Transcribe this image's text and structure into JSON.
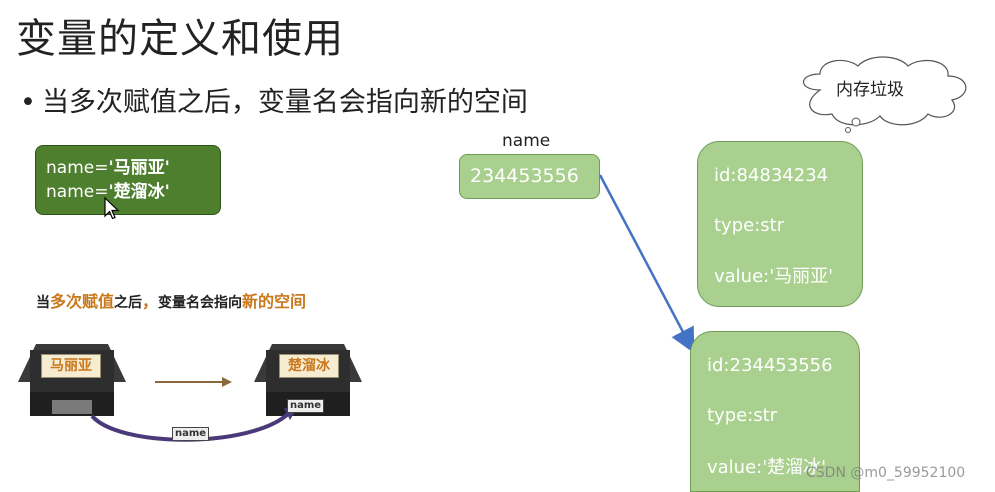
{
  "title": "变量的定义和使用",
  "bullet": "当多次赋值之后，变量名会指向新的空间",
  "code": {
    "line1_prefix": "name=",
    "line1_value": "'马丽亚'",
    "line2_prefix": "name=",
    "line2_value": "'楚溜冰'"
  },
  "variable": {
    "label": "name",
    "id_value": "234453556"
  },
  "objects": [
    {
      "id": "id:84834234",
      "type": "type:str",
      "value": "value:'马丽亚'"
    },
    {
      "id": "id:234453556",
      "type": "type:str",
      "value": "value:'楚溜冰'"
    }
  ],
  "garbage_label": "内存垃圾",
  "illustration": {
    "caption_parts": [
      "当",
      "多次赋值",
      "之后",
      "，",
      "变量名会指向",
      "新的空间"
    ],
    "old_house": "马丽亚",
    "new_house": "楚溜冰",
    "tag_moving": "name",
    "tag_house": "name"
  },
  "watermark": "CSDN @m0_59952100",
  "colors": {
    "code_box": "#4e7f2f",
    "memory_box": "#a9d08e",
    "arrow": "#4472c4",
    "highlight": "#c9781c"
  }
}
